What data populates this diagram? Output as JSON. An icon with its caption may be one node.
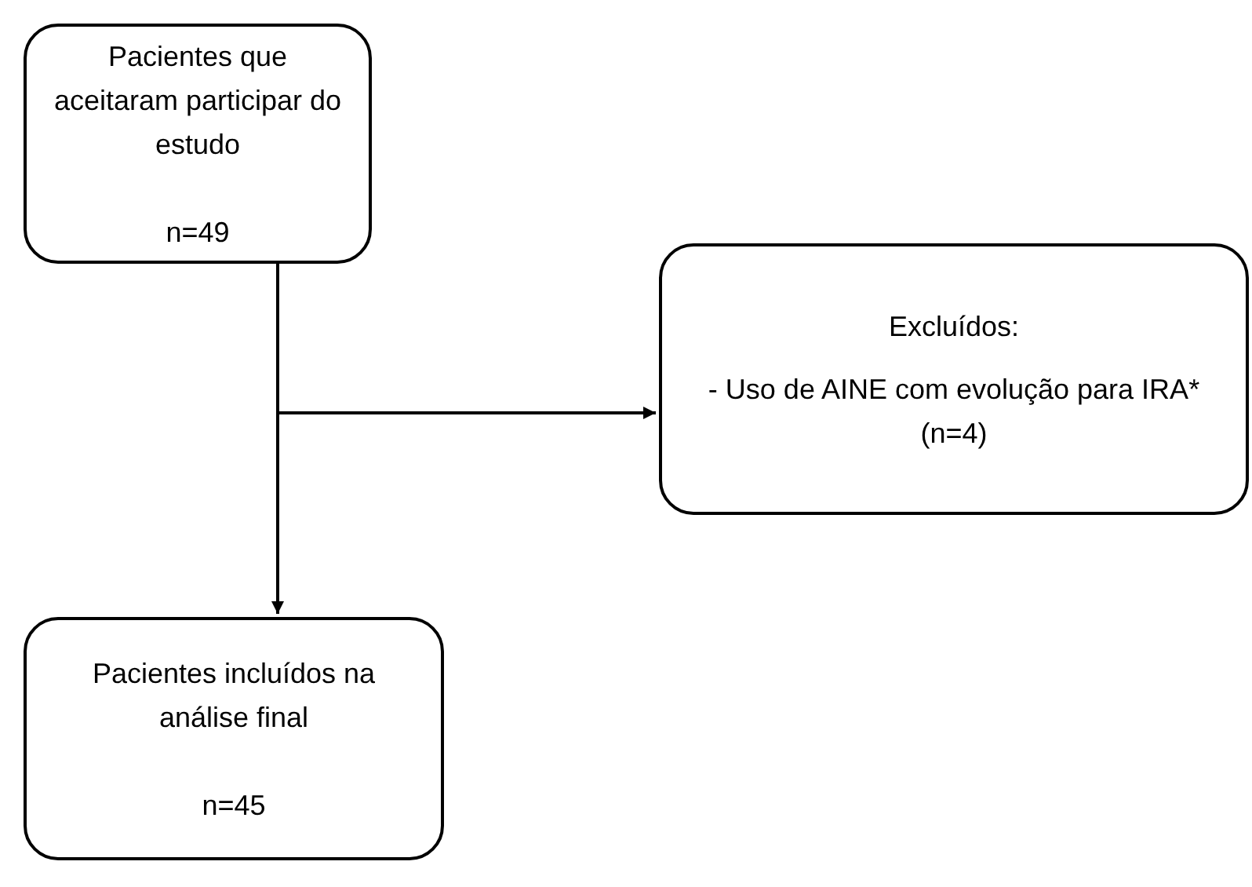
{
  "diagram": {
    "nodes": [
      {
        "text": [
          "Pacientes que aceitaram participar do estudo",
          "n=49"
        ]
      },
      {
        "text": [
          "Excluídos:",
          "- Uso de AINE com evolução para IRA* (n=4)"
        ]
      },
      {
        "text": [
          "Pacientes incluídos na análise final",
          "n=45"
        ]
      }
    ],
    "edges": [
      {
        "from": 0,
        "to": 2,
        "arrow": "to"
      },
      {
        "from": 0,
        "to": 1,
        "arrow": "to"
      }
    ]
  }
}
